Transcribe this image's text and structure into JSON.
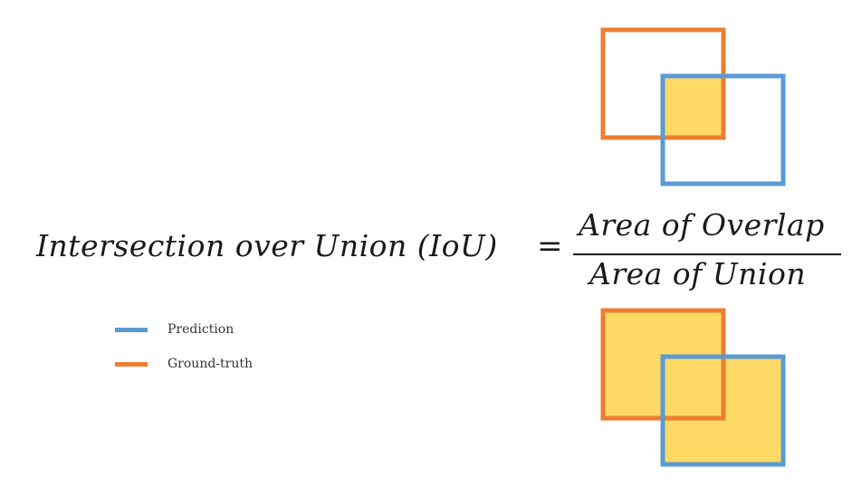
{
  "formula": {
    "lhs": "Intersection over Union (IoU)",
    "equals": "=",
    "numerator": "Area of Overlap",
    "denominator": "Area of Union"
  },
  "legend": {
    "items": [
      {
        "label": "Prediction",
        "color": "#5b9bd5"
      },
      {
        "label": "Ground-truth",
        "color": "#ed7d31"
      }
    ]
  },
  "colors": {
    "prediction": "#5b9bd5",
    "ground_truth": "#ed7d31",
    "fill": "#ffd966"
  }
}
